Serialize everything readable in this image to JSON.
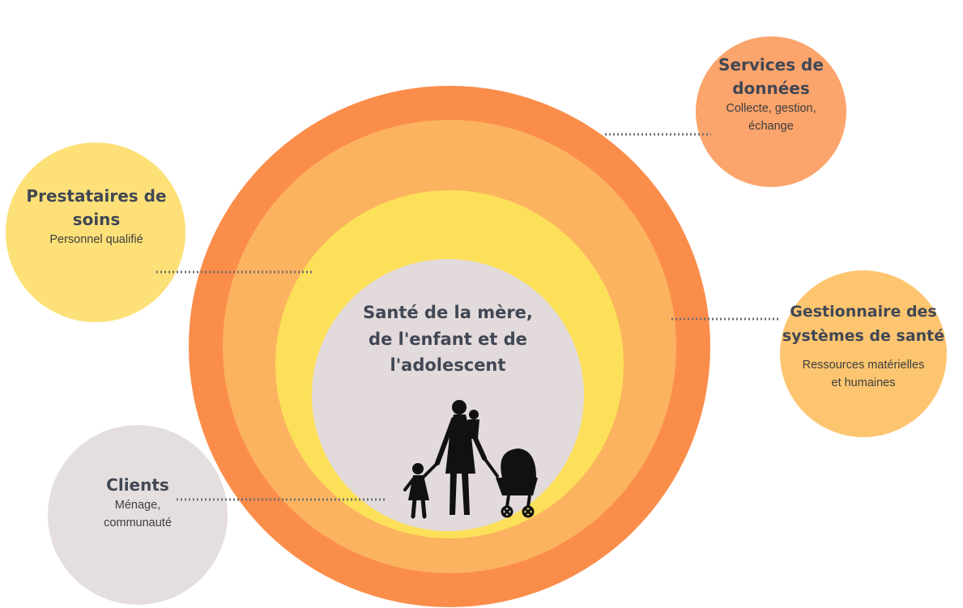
{
  "center": {
    "title": "Santé de la mère,\nde l'enfant et de\nl'adolescent",
    "figure_icon": "mother-children-stroller-silhouette-icon"
  },
  "nodes": {
    "data_services": {
      "title": "Services de\ndonnées",
      "subtitle": "Collecte, gestion,\néchange"
    },
    "care_providers": {
      "title": "Prestataires de\nsoins",
      "subtitle": "Personnel qualifié"
    },
    "health_manager": {
      "title": "Gestionnaire des\nsystèmes de santé",
      "subtitle": "Ressources matérielles\net humaines"
    },
    "clients": {
      "title": "Clients",
      "subtitle": "Ménage,\ncommunauté"
    }
  },
  "colors": {
    "ring_outer": "#fb8d4b",
    "ring_2": "#fcb35f",
    "ring_3": "#fde05a",
    "core": "#e2dadb",
    "data_services": "#fba46c",
    "care_providers": "#fde178",
    "health_manager": "#fdc570",
    "clients": "#e5dedf",
    "connector": "#707070",
    "silhouette": "#111111"
  }
}
